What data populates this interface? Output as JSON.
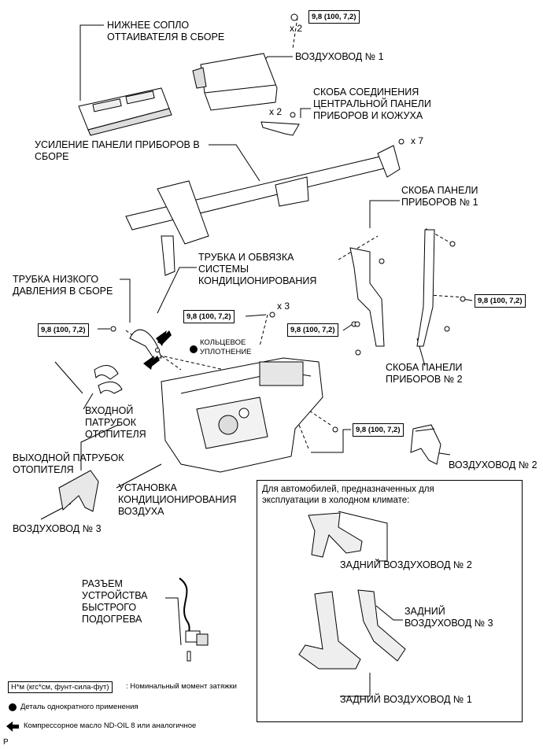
{
  "labels": {
    "lower_defroster_nozzle": "НИЖНЕЕ СОПЛО\nОТТАИВАТЕЛЯ В СБОРЕ",
    "air_duct_1": "ВОЗДУХОВОД № 1",
    "center_panel_bracket": "СКОБА СОЕДИНЕНИЯ\nЦЕНТРАЛЬНОЙ ПАНЕЛИ\nПРИБОРОВ И КОЖУХА",
    "panel_reinforcement": "УСИЛЕНИЕ ПАНЕЛИ ПРИБОРОВ В\nСБОРЕ",
    "panel_bracket_1": "СКОБА ПАНЕЛИ\nПРИБОРОВ № 1",
    "ac_tube": "ТРУБКА И ОБВЯЗКА\nСИСТЕМЫ\nКОНДИЦИОНИРОВАНИЯ",
    "low_pressure_tube": "ТРУБКА НИЗКОГО\nДАВЛЕНИЯ В СБОРЕ",
    "o_ring": "КОЛЬЦЕВОЕ\nУПЛОТНЕНИЕ",
    "heater_inlet": "ВХОДНОЙ\nПАТРУБОК\nОТОПИТЕЛЯ",
    "panel_bracket_2": "СКОБА ПАНЕЛИ\nПРИБОРОВ № 2",
    "heater_outlet": "ВЫХОДНОЙ ПАТРУБОК\nОТОПИТЕЛЯ",
    "air_duct_2": "ВОЗДУХОВОД № 2",
    "ac_unit": "УСТАНОВКА\nКОНДИЦИОНИРОВАНИЯ\nВОЗДУХА",
    "air_duct_3": "ВОЗДУХОВОД № 3",
    "quick_heater_connector": "РАЗЪЕМ\nУСТРОЙСТВА\nБЫСТРОГО\nПОДОГРЕВА",
    "rear_air_duct_2": "ЗАДНИЙ ВОЗДУХОВОД № 2",
    "rear_air_duct_3": "ЗАДНИЙ\nВОЗДУХОВОД № 3",
    "rear_air_duct_1": "ЗАДНИЙ ВОЗДУХОВОД № 1"
  },
  "cold_climate_title": "Для автомобилей, предназначенных для\nэксплуатации в холодном климате:",
  "torque_value": "9,8 (100, 7,2)",
  "quantities": {
    "x2_top": "x 2",
    "x2_bracket": "x 2",
    "x7": "x 7",
    "x3": "x 3"
  },
  "legend": {
    "torque_unit": "Н*м (кгс*см, фунт-сила-фут)",
    "torque_desc": ": Номинальный момент затяжки",
    "non_reusable": "Деталь однократного применения",
    "compressor_oil": "Компрессорное масло ND-OIL 8 или аналогичное"
  },
  "corner_mark": "P",
  "colors": {
    "ink": "#000000",
    "paper": "#ffffff",
    "shade": "#cfcfcf"
  }
}
